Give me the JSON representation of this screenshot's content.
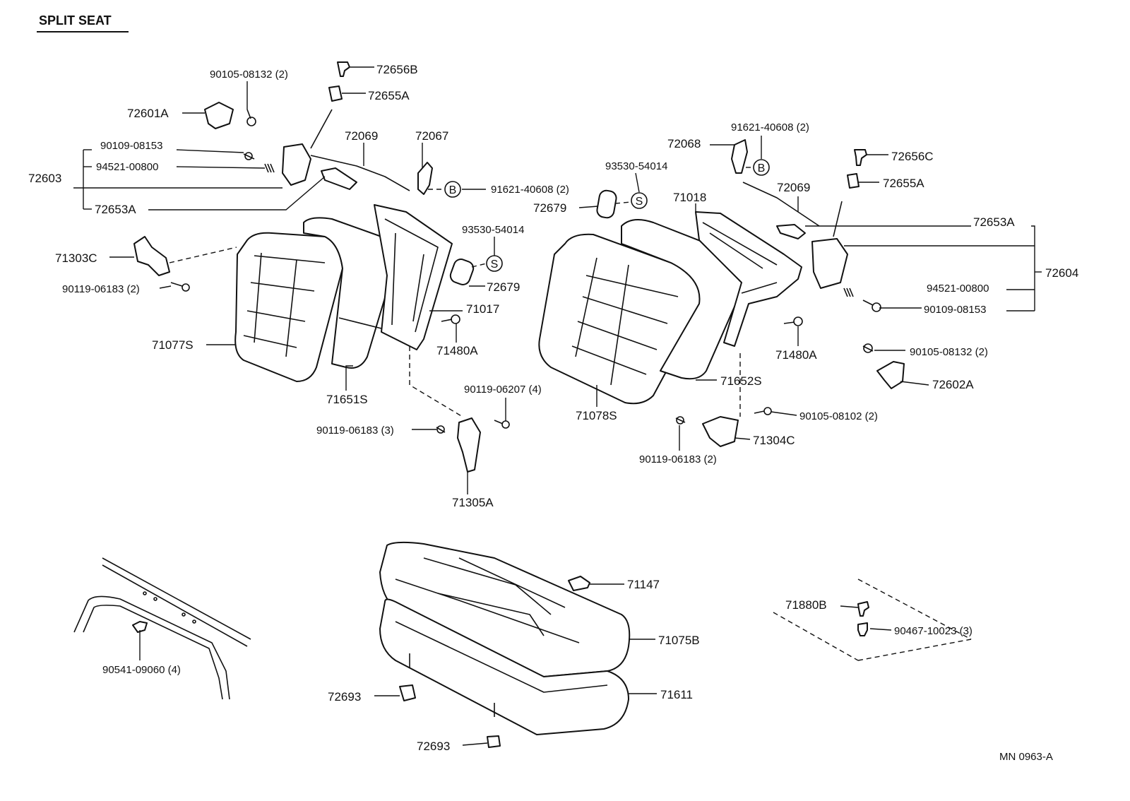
{
  "title": "SPLIT SEAT",
  "footer_code": "MN  0963-A",
  "callouts": {
    "B": "B",
    "S": "S"
  },
  "labels": {
    "p_90105_08132_top": "90105-08132 (2)",
    "p_72656B": "72656B",
    "p_72655A_left": "72655A",
    "p_72601A": "72601A",
    "p_72069_left": "72069",
    "p_72067": "72067",
    "p_90109_08153_left": "90109-08153",
    "p_94521_00800_left": "94521-00800",
    "p_72603": "72603",
    "p_72653A_left": "72653A",
    "p_91621_40608_left": "91621-40608 (2)",
    "p_93530_54014_left": "93530-54014",
    "p_72679_left": "72679",
    "p_71303C": "71303C",
    "p_90119_06183_left": "90119-06183 (2)",
    "p_71017": "71017",
    "p_71480A_left": "71480A",
    "p_71077S": "71077S",
    "p_71651S": "71651S",
    "p_90119_06207": "90119-06207 (4)",
    "p_90119_06183_3": "90119-06183 (3)",
    "p_71305A": "71305A",
    "p_91621_40608_right": "91621-40608 (2)",
    "p_72068": "72068",
    "p_93530_54014_right": "93530-54014",
    "p_71018": "71018",
    "p_72679_right": "72679",
    "p_72656C": "72656C",
    "p_72069_right": "72069",
    "p_72655A_right": "72655A",
    "p_72653A_right": "72653A",
    "p_72604": "72604",
    "p_94521_00800_right": "94521-00800",
    "p_90109_08153_right": "90109-08153",
    "p_71480A_right": "71480A",
    "p_90105_08132_right": "90105-08132 (2)",
    "p_72602A": "72602A",
    "p_71652S": "71652S",
    "p_71078S": "71078S",
    "p_90105_08102": "90105-08102 (2)",
    "p_71304C": "71304C",
    "p_90119_06183_right": "90119-06183 (2)",
    "p_71147": "71147",
    "p_71075B": "71075B",
    "p_71611": "71611",
    "p_72693_a": "72693",
    "p_72693_b": "72693",
    "p_71880B": "71880B",
    "p_90467_10023": "90467-10023 (3)",
    "p_90541_09060": "90541-09060 (4)"
  }
}
